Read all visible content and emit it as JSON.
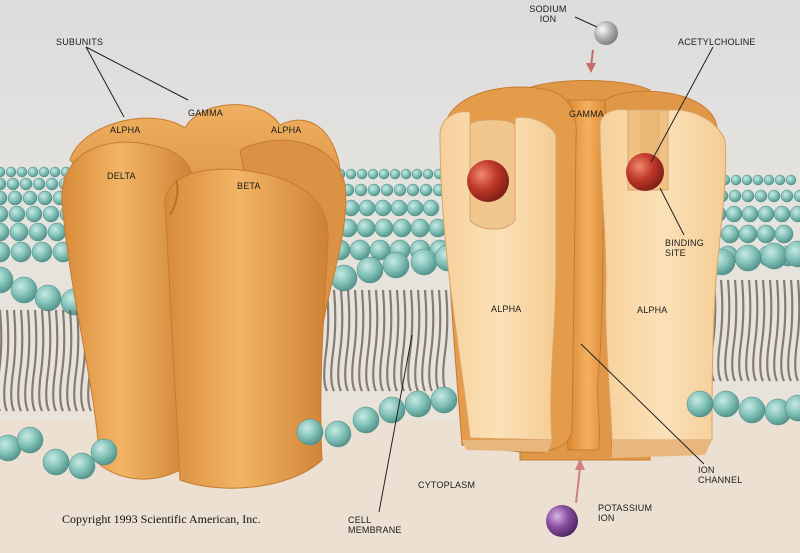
{
  "labels": {
    "subunits": "SUBUNITS",
    "gamma_left": "GAMMA",
    "alpha_left_1": "ALPHA",
    "alpha_left_2": "ALPHA",
    "delta": "DELTA",
    "beta": "BETA",
    "sodium_line1": "SODIUM",
    "sodium_line2": "ION",
    "acetylcholine": "ACETYLCHOLINE",
    "gamma_right": "GAMMA",
    "binding_line1": "BINDING",
    "binding_line2": "SITE",
    "alpha_right_1": "ALPHA",
    "alpha_right_2": "ALPHA",
    "ion_channel_line1": "ION",
    "ion_channel_line2": "CHANNEL",
    "cytoplasm": "CYTOPLASM",
    "cell_membrane_line1": "CELL",
    "cell_membrane_line2": "MEMBRANE",
    "potassium_line1": "POTASSIUM",
    "potassium_line2": "ION"
  },
  "copyright": "Copyright 1993 Scientific American, Inc.",
  "colors": {
    "protein": "#e9a14e",
    "protein_dark": "#c97a2e",
    "cut_face": "#f7d7a6",
    "lipid_head": "#7fbfb6",
    "lipid_tail": "#6b625a",
    "acetylcholine": "#c0392b",
    "sodium": "#a9a9a9",
    "potassium": "#8a4f9e"
  }
}
